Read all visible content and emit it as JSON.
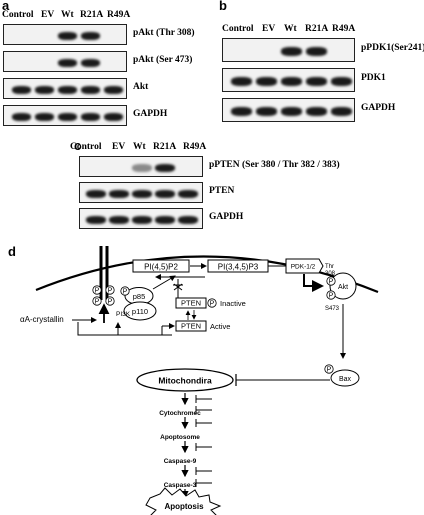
{
  "panel_a": {
    "letter": "a",
    "lanes": [
      "Control",
      "EV",
      "Wt",
      "R21A",
      "R49A"
    ],
    "rows": [
      {
        "label": "pAkt (Thr 308)",
        "bands": [
          0,
          0,
          1,
          1,
          0
        ]
      },
      {
        "label": "pAkt (Ser 473)",
        "bands": [
          0,
          0,
          1,
          1,
          0
        ]
      },
      {
        "label": "Akt",
        "bands": [
          1,
          1,
          1,
          1,
          1
        ]
      },
      {
        "label": "GAPDH",
        "bands": [
          1,
          1,
          1,
          1,
          1
        ]
      }
    ]
  },
  "panel_b": {
    "letter": "b",
    "lanes": [
      "Control",
      "EV",
      "Wt",
      "R21A",
      "R49A"
    ],
    "rows": [
      {
        "label": "pPDK1(Ser241)",
        "bands": [
          0,
          0,
          1,
          1,
          0
        ]
      },
      {
        "label": "PDK1",
        "bands": [
          1,
          1,
          1,
          1,
          1
        ]
      },
      {
        "label": "GAPDH",
        "bands": [
          1,
          1,
          1,
          1,
          1
        ]
      }
    ]
  },
  "panel_c": {
    "letter": "c",
    "lanes": [
      "Control",
      "EV",
      "Wt",
      "R21A",
      "R49A"
    ],
    "rows": [
      {
        "label": "pPTEN (Ser 380 / Thr 382 / 383)",
        "bands": [
          0,
          0,
          0.4,
          1,
          0
        ]
      },
      {
        "label": "PTEN",
        "bands": [
          1,
          1,
          1,
          1,
          1
        ]
      },
      {
        "label": "GAPDH",
        "bands": [
          1,
          1,
          1,
          1,
          1
        ]
      }
    ]
  },
  "panel_d": {
    "letter": "d",
    "pi45p2": "PI(4,5)P2",
    "pi345p3": "PI(3,4,5)P3",
    "pdk": "PDK-1/2",
    "thr": "Thr",
    "thr308": "308",
    "akt": "Akt",
    "s473": "S473",
    "p": "P",
    "p85": "p85",
    "p110": "p110",
    "pi3k": "PI3K",
    "pten": "PTEN",
    "inactive": "Inactive",
    "active": "Active",
    "alpha_crystallin": "αA-crystallin",
    "mito": "Mitochondira",
    "bax": "Bax",
    "cascade": [
      "Cytochromec",
      "Apoptosome",
      "Caspase-9",
      "Caspase-3"
    ],
    "apoptosis": "Apoptosis"
  }
}
